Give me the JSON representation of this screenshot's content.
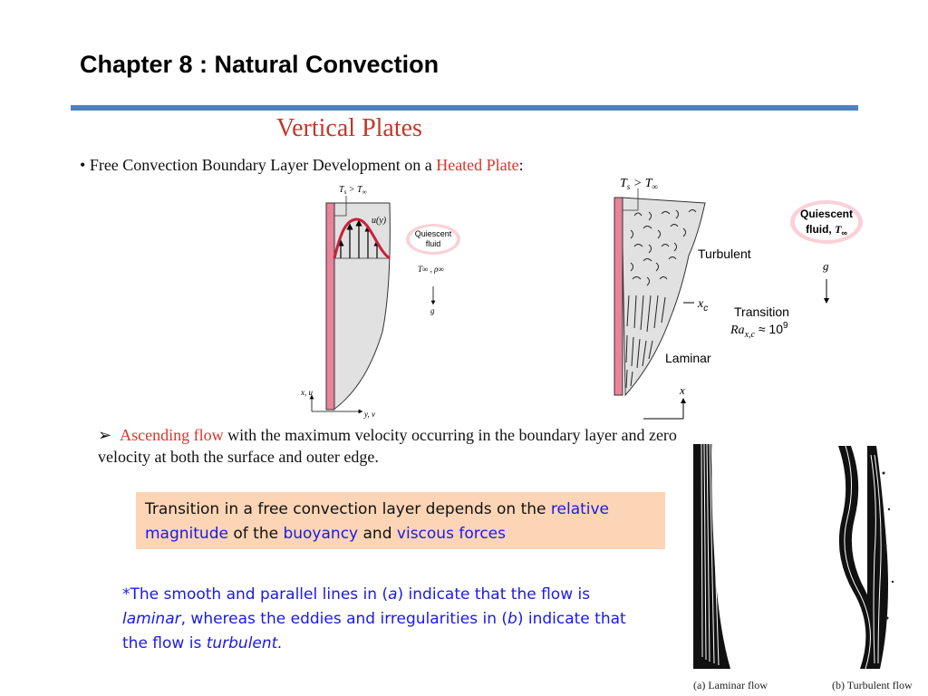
{
  "slide": {
    "title": "Chapter 8  : Natural Convection",
    "subtitle": "Vertical Plates",
    "bullet": {
      "prefix": "Free Convection Boundary Layer Development on a ",
      "highlight": "Heated Plate",
      "suffix": ":"
    },
    "sub_bullet": {
      "highlight": "Ascending flow",
      "text": " with the maximum velocity occurring in the boundary layer and zero velocity at both the surface and outer edge."
    },
    "note_box": {
      "t1": "Transition in a free convection layer depends on the ",
      "b1": "relative magnitude",
      "t2": " of the ",
      "b2": "buoyancy",
      "t3": " and ",
      "b3": "viscous forces"
    },
    "footnote": {
      "t1": "*The smooth and parallel lines in (",
      "i1": "a",
      "t2": ") indicate that the flow is ",
      "i2": "laminar",
      "t3": ", whereas the eddies and irregularities in (",
      "i3": "b",
      "t4": ") indicate that the flow is ",
      "i4": "turbulent."
    }
  },
  "figure_left": {
    "ts_label": "T",
    "ts_sub": "s",
    "ts_rel": " > T",
    "ts_inf": "∞",
    "uy_label": "u(y)",
    "quiescent_line1": "Quiescent",
    "quiescent_line2": "fluid",
    "props_label": "T∞ , ρ∞",
    "g_label": "g",
    "axis_x": "x, u",
    "axis_y": "y, v"
  },
  "figure_right": {
    "ts_label": "T",
    "ts_sub": "s",
    "ts_rel": " > T",
    "ts_inf": "∞",
    "turbulent_label": "Turbulent",
    "xc_label": "x",
    "xc_sub": "c",
    "transition_label": "Transition",
    "ra_label": "Ra",
    "ra_sub": "x,c",
    "ra_value": " ≈ 10",
    "ra_exp": "9",
    "laminar_label": "Laminar",
    "x_label": "x",
    "quiescent_line1": "Quiescent",
    "quiescent_line2": "fluid, ",
    "quiescent_T": "T",
    "quiescent_inf": "∞",
    "g_label": "g"
  },
  "photos": {
    "caption_a": "(a) Laminar flow",
    "caption_b": "(b) Turbulent flow"
  },
  "colors": {
    "accent_rule": "#4f81bd",
    "red_text": "#d9342b",
    "blue_text": "#1a1ae6",
    "note_bg": "#fbd5b5",
    "plate_pink": "#e8839b",
    "layer_grey": "#e1e1e1"
  }
}
